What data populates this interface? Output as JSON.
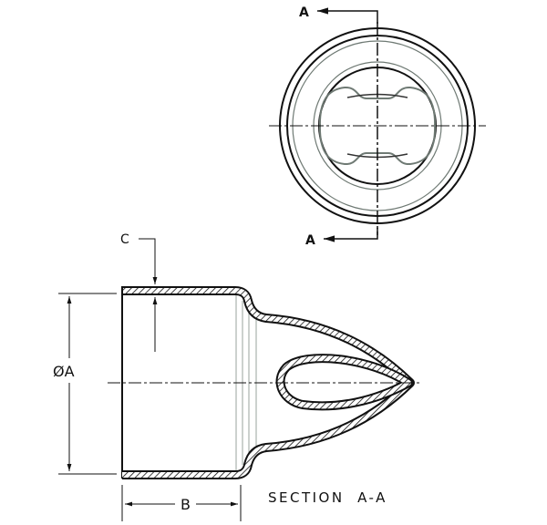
{
  "top_view": {
    "section_label_top": "A",
    "section_label_bottom": "A"
  },
  "section_view": {
    "title": "SECTION  A-A",
    "dim_diameter": "ØA",
    "dim_length": "B",
    "dim_wall": "C"
  },
  "colors": {
    "line": "#111111",
    "gray_line": "#6f7a74"
  }
}
